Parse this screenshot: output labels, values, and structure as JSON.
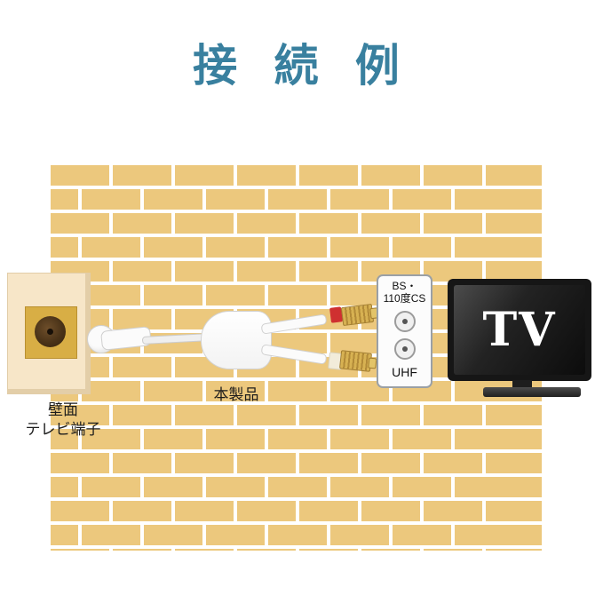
{
  "title": "接 続 例",
  "colors": {
    "title_teal": "#39809f",
    "brick": "#ecc87d",
    "mortar": "#ffffff",
    "plate_cream": "#f7e6c8",
    "socket_gold": "#d8ae45",
    "connector_gold": "#d7b152",
    "band_red": "#cf3030"
  },
  "wall_terminal": {
    "label_line1": "壁面",
    "label_line2": "テレビ端子"
  },
  "product": {
    "label": "本製品"
  },
  "terminal_box": {
    "top_label_line1": "BS・",
    "top_label_line2": "110度CS",
    "bottom_label": "UHF"
  },
  "tv": {
    "label": "TV"
  }
}
